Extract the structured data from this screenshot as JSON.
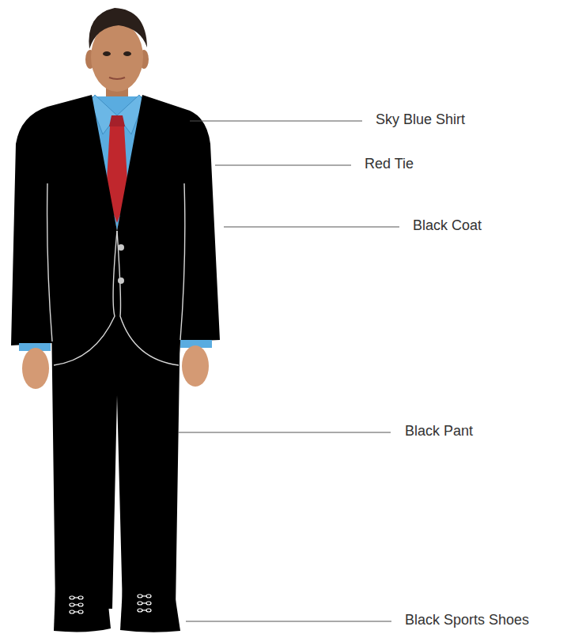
{
  "diagram": {
    "labels": [
      "Sky Blue Shirt",
      "Red Tie",
      "Black Coat",
      "Black Pant",
      "Black Sports Shoes"
    ]
  }
}
